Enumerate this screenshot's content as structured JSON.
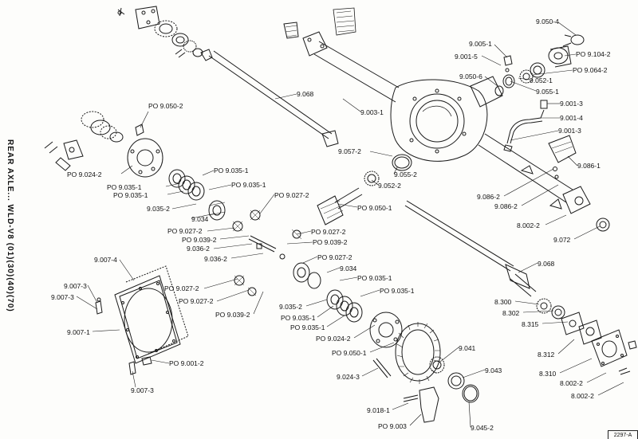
{
  "title": "REAR AXLE... WLD-V8 (01)(30)(40)(70)",
  "plate": "2297-A",
  "labels": [
    "PO 9.050-2",
    "9.068",
    "9.003-1",
    "9.005-1",
    "9.001-5",
    "9.050-4",
    "PO 9.104-2",
    "PO 9.064-2",
    "9.052-1",
    "9.050-6",
    "9.055-1",
    "9.001-3",
    "9.001-4",
    "9.001-3",
    "9.086-1",
    "9.057-2",
    "9.055-2",
    "9.052-2",
    "PO 9.024-2",
    "PO 9.035-1",
    "PO 9.035-1",
    "PO 9.035-1",
    "PO 9.035-1",
    "9.035-2",
    "PO 9.027-2",
    "PO 9.050-1",
    "9.086-2",
    "9.086-2",
    "9.034",
    "PO 9.027-2",
    "PO 9.039-2",
    "PO 9.027-2",
    "PO 9.039-2",
    "9.036-2",
    "9.036-2",
    "8.002-2",
    "9.072",
    "9.007-4",
    "9.068",
    "PO 9.027-2",
    "9.034",
    "PO 9.035-1",
    "PO 9.035-1",
    "9.007-3",
    "9.007-3",
    "PO 9.027-2",
    "PO 9.027-2",
    "PO 9.039-2",
    "9.035-2",
    "PO 9.035-1",
    "PO 9.035-1",
    "9.007-1",
    "PO 9.024-2",
    "PO 9.050-1",
    "PO 9.001-2",
    "9.024-3",
    "9.007-3",
    "9.041",
    "9.043",
    "9.018-1",
    "PO 9.003",
    "9.045-2",
    "8.300",
    "8.302",
    "8.315",
    "8.312",
    "8.310",
    "8.002-2",
    "8.002-2"
  ]
}
